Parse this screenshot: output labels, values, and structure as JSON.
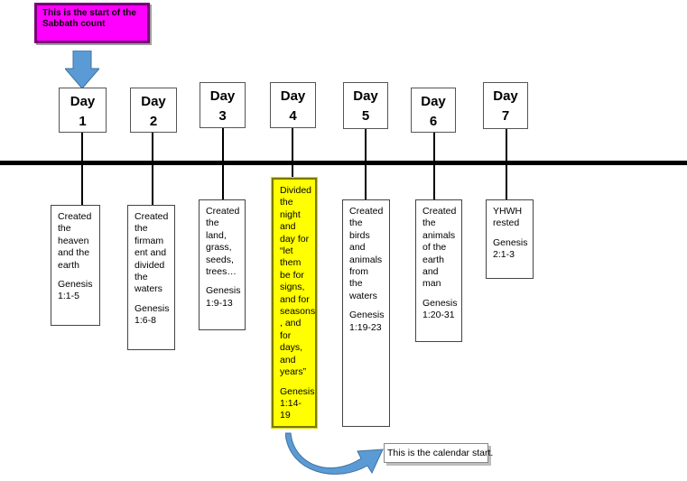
{
  "callout": {
    "text": "This is the start of the Sabbath count"
  },
  "days": [
    {
      "title": "Day",
      "number": "1",
      "text": "Created the heaven and the earth",
      "ref": "Genesis 1:1-5"
    },
    {
      "title": "Day",
      "number": "2",
      "text": "Created the firmam ent and divided the waters",
      "ref": "Genesis 1:6-8"
    },
    {
      "title": "Day",
      "number": "3",
      "text": "Created the land, grass, seeds, trees…",
      "ref": "Genesis 1:9-13"
    },
    {
      "title": "Day",
      "number": "4",
      "text": "Divided the night and day for “let them be for signs, and for seasons , and for days, and years”",
      "ref": "Genesis 1:14-19"
    },
    {
      "title": "Day",
      "number": "5",
      "text": "Created the birds and animals from the waters",
      "ref": "Genesis 1:19-23"
    },
    {
      "title": "Day",
      "number": "6",
      "text": "Created the animals of the earth and man",
      "ref": "Genesis 1:20-31"
    },
    {
      "title": "Day",
      "number": "7",
      "text": "YHWH rested",
      "ref": "Genesis 2:1-3"
    }
  ],
  "calendar_note": {
    "text": "This is the calendar start."
  },
  "colors": {
    "callout_fill": "#ff00ff",
    "arrow_fill": "#5b9bd5",
    "highlight_fill": "#ffff00",
    "timeline": "#000000"
  },
  "icons": {
    "down_arrow": "arrow-down-icon",
    "curved_arrow": "curved-arrow-icon"
  }
}
